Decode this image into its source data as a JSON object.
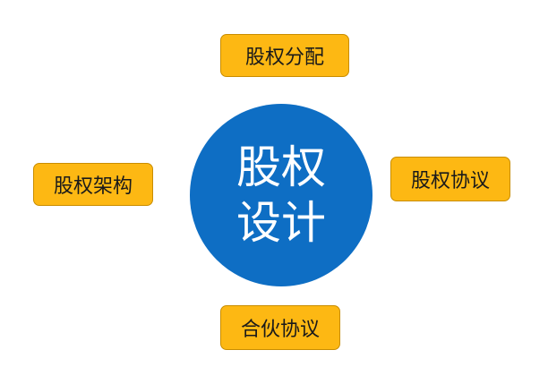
{
  "diagram": {
    "center": {
      "label": "股权设计",
      "color": "#0e6ec4"
    },
    "nodes": [
      {
        "id": "top",
        "label": "股权分配"
      },
      {
        "id": "left",
        "label": "股权架构"
      },
      {
        "id": "right",
        "label": "股权协议"
      },
      {
        "id": "bottom",
        "label": "合伙协议"
      }
    ],
    "node_color": "#fdb813"
  }
}
